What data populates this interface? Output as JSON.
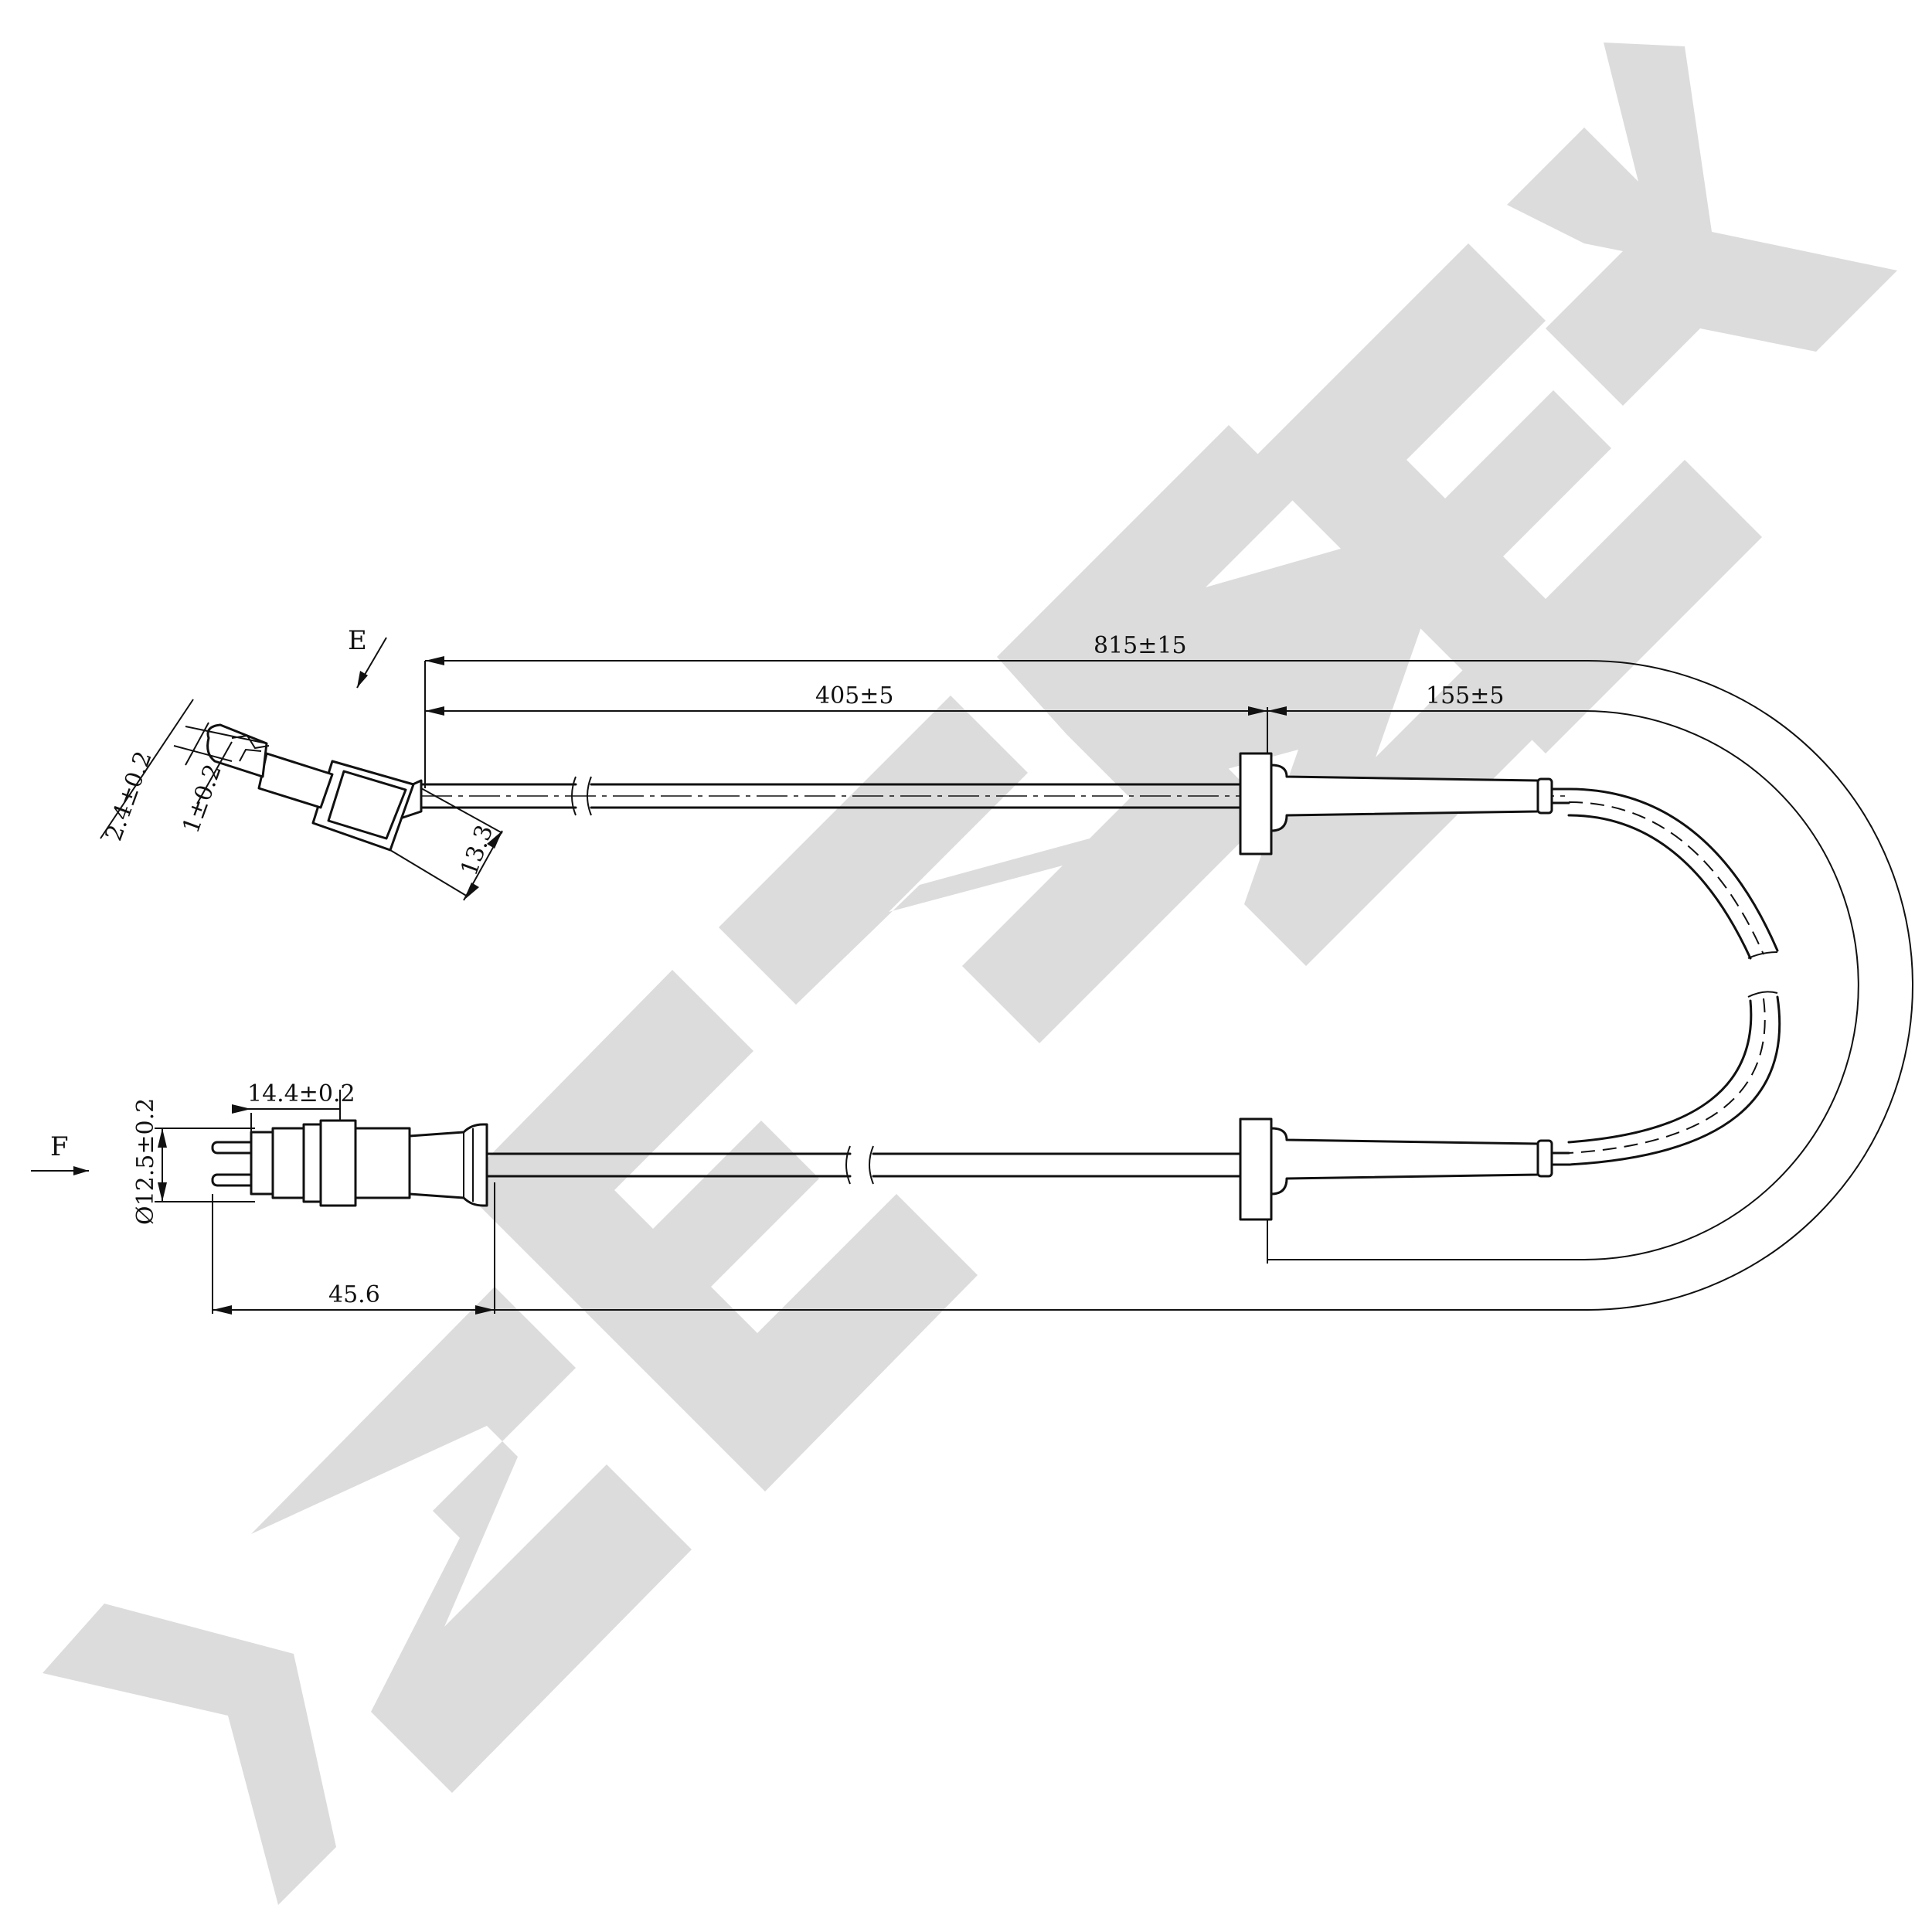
{
  "watermark": {
    "text": "ZENWEK",
    "color": "#dcdcdc"
  },
  "views": {
    "end_e": "E",
    "end_f": "F"
  },
  "dimensions": {
    "total_length": "815±15",
    "to_grommet": "405±5",
    "grommet_to_bend": "155±5",
    "tab_width": "2.4±0.2",
    "tab_gap": "1±0.2",
    "sensor_head": "13.3",
    "connector_tip": "14.4±0.2",
    "connector_dia": "Ø12.5±0.2",
    "connector_length": "45.6"
  },
  "colors": {
    "line": "#111111",
    "background": "#ffffff"
  }
}
